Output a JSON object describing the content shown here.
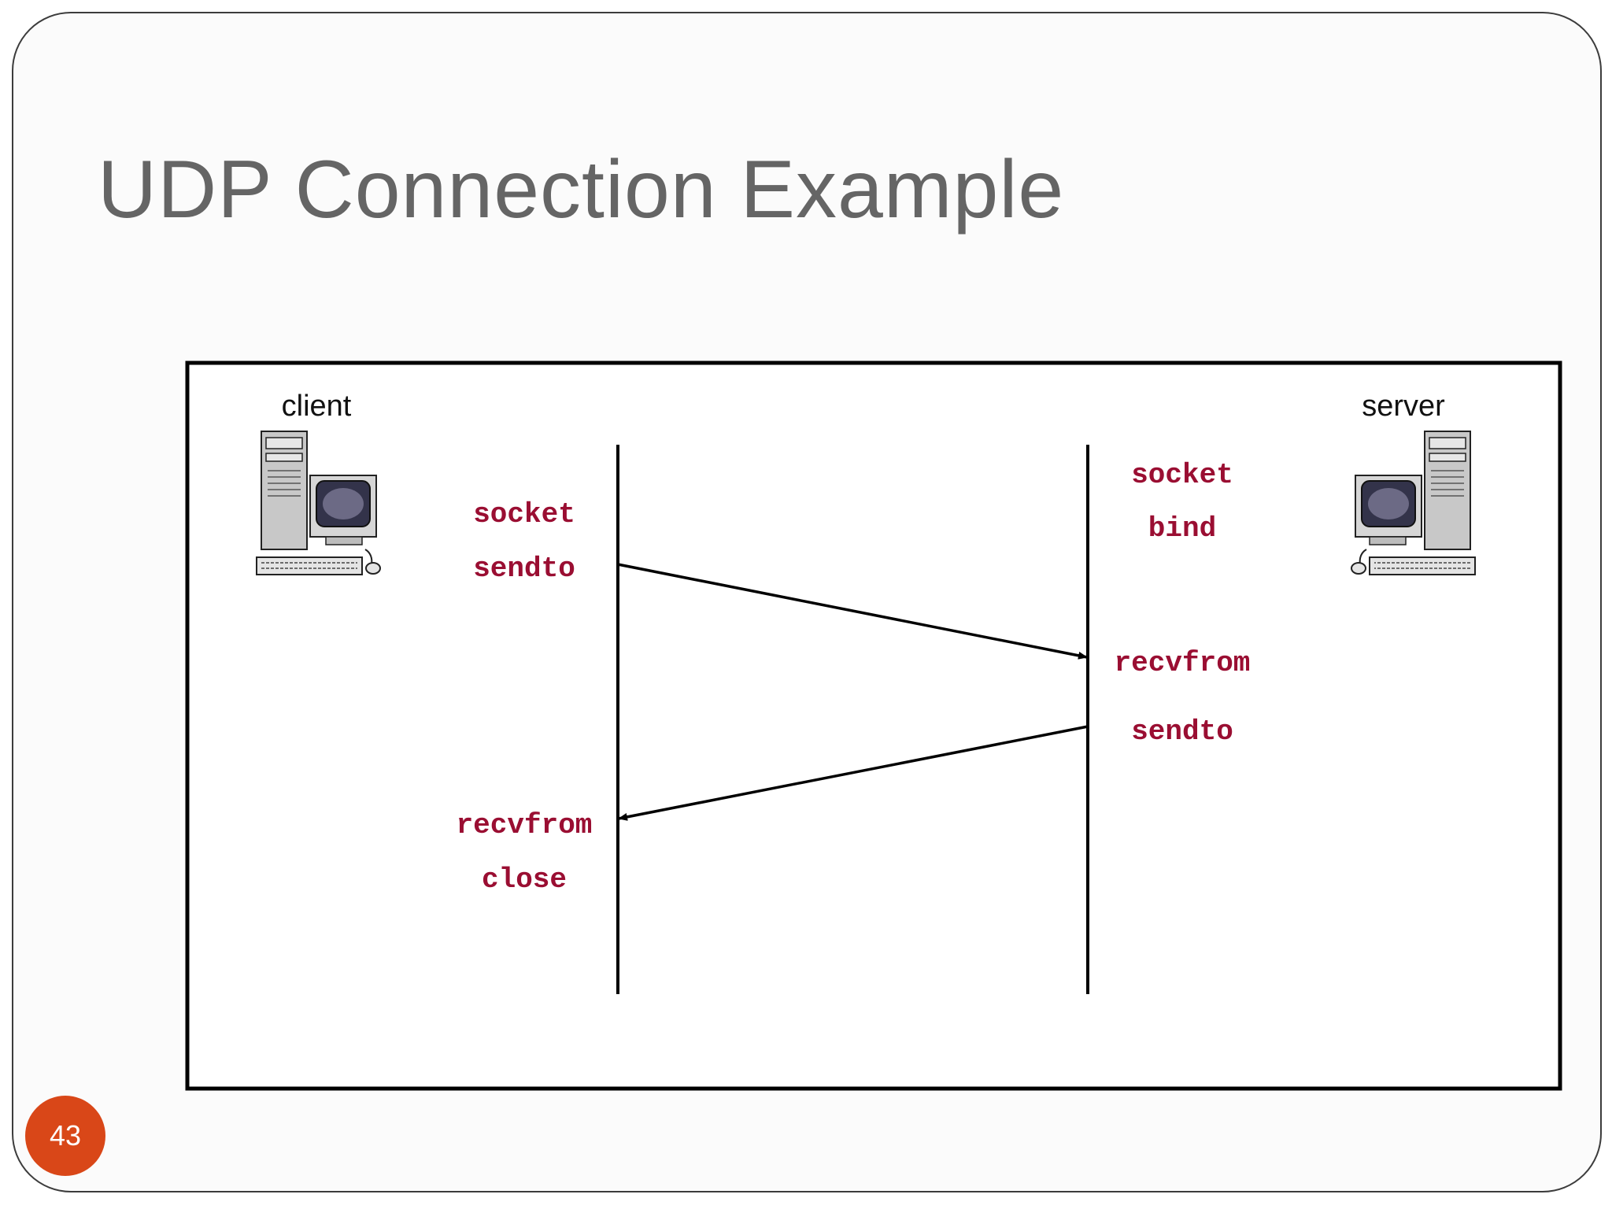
{
  "slide": {
    "title": "UDP Connection Example",
    "page_number": "43",
    "accent_color": "#d94718"
  },
  "diagram": {
    "client": {
      "label": "client",
      "icon": "desktop-computer-icon",
      "calls": [
        "socket",
        "sendto",
        "recvfrom",
        "close"
      ]
    },
    "server": {
      "label": "server",
      "icon": "desktop-computer-icon",
      "calls": [
        "socket",
        "bind",
        "recvfrom",
        "sendto"
      ]
    },
    "messages": [
      {
        "from": "client.sendto",
        "to": "server.recvfrom"
      },
      {
        "from": "server.sendto",
        "to": "client.recvfrom"
      }
    ],
    "call_color": "#9a0e32"
  }
}
